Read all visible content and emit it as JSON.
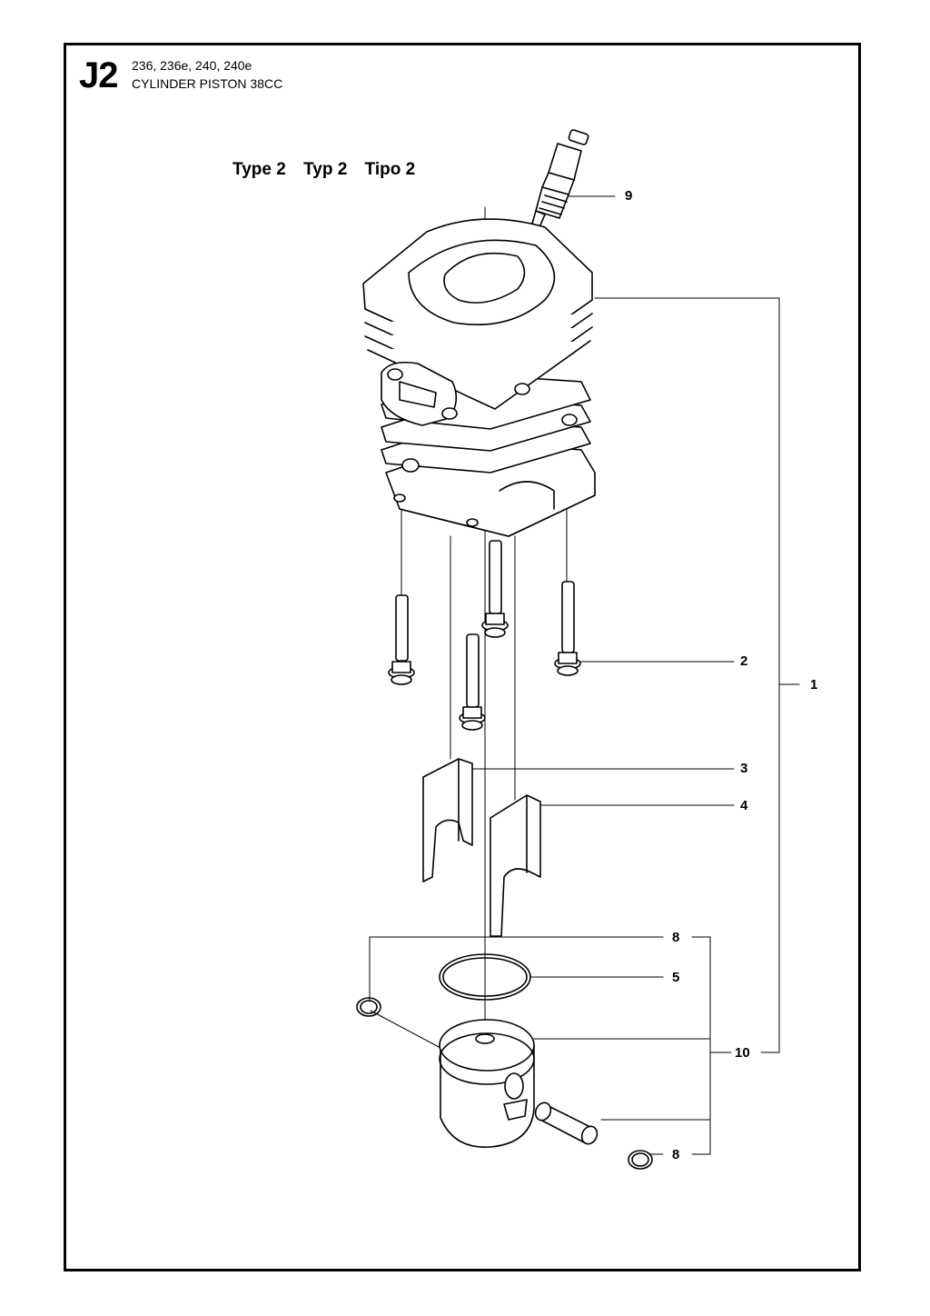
{
  "header": {
    "section_code": "J2",
    "models": "236, 236e, 240, 240e",
    "title": "CYLINDER PISTON 38CC"
  },
  "type_labels": [
    "Type 2",
    "Typ 2",
    "Tipo 2"
  ],
  "callouts": [
    {
      "id": "c9",
      "label": "9"
    },
    {
      "id": "c2",
      "label": "2"
    },
    {
      "id": "c1",
      "label": "1"
    },
    {
      "id": "c3",
      "label": "3"
    },
    {
      "id": "c4",
      "label": "4"
    },
    {
      "id": "c8a",
      "label": "8"
    },
    {
      "id": "c5",
      "label": "5"
    },
    {
      "id": "c10",
      "label": "10"
    },
    {
      "id": "c8b",
      "label": "8"
    }
  ]
}
